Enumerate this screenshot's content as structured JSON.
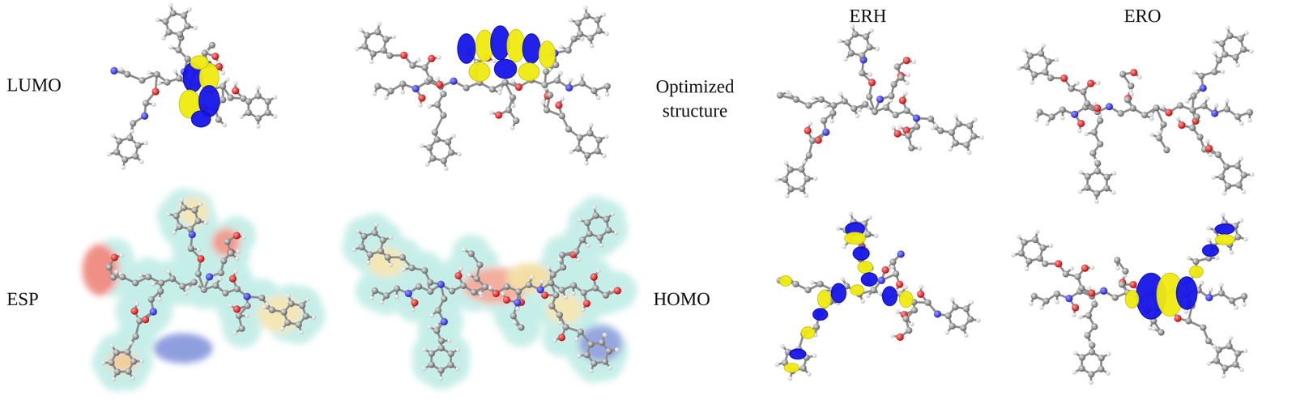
{
  "diagram": {
    "labels": [
      "LUMO",
      "ESP",
      "Optimized structure",
      "HOMO",
      "ERH",
      "ERO"
    ]
  }
}
